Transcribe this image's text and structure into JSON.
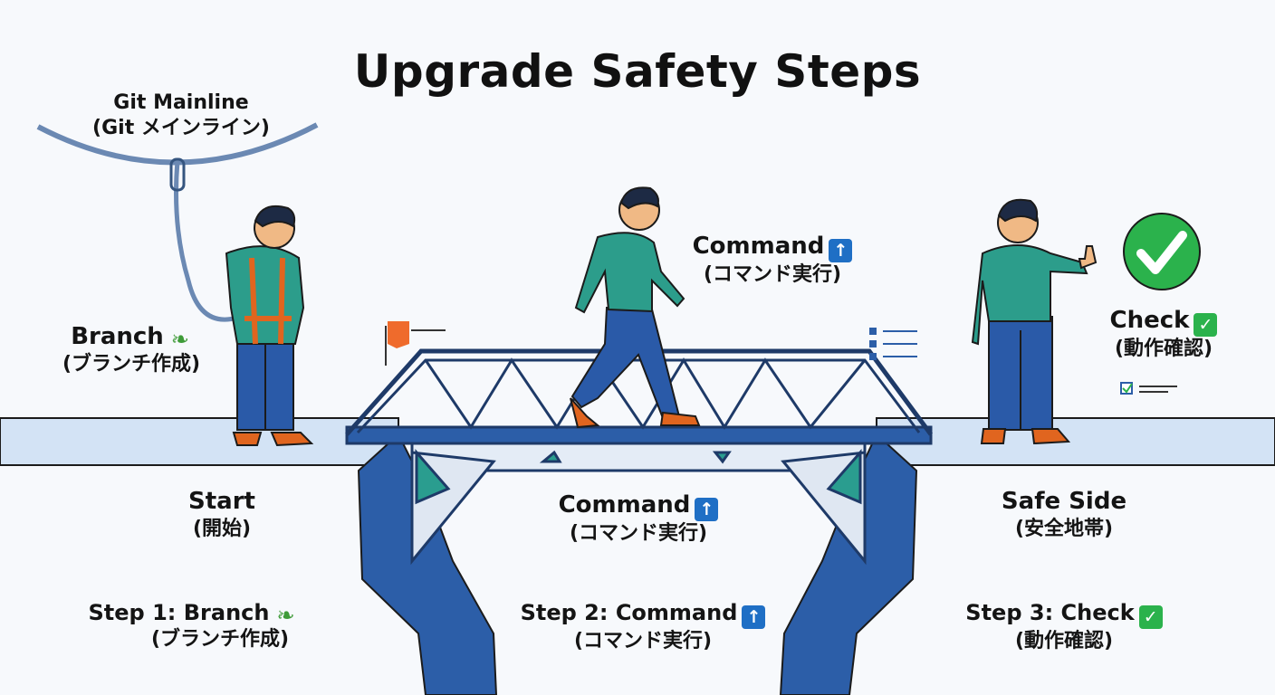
{
  "title": "Upgrade Safety Steps",
  "git_mainline": {
    "line1": "Git Mainline",
    "line2": "(Git メインライン)"
  },
  "branch": {
    "line1": "Branch",
    "line2": "(ブランチ作成)",
    "icon": "leaf-icon"
  },
  "command_top": {
    "line1": "Command",
    "line2": "(コマンド実行)",
    "icon": "arrow-up-icon"
  },
  "check": {
    "line1": "Check",
    "line2": "(動作確認)",
    "icon": "checkmark-icon"
  },
  "start": {
    "line1": "Start",
    "line2": "(開始)"
  },
  "command_mid": {
    "line1": "Command",
    "line2": "(コマンド実行)",
    "icon": "arrow-up-icon"
  },
  "safe_side": {
    "line1": "Safe Side",
    "line2": "(安全地帯)"
  },
  "step1": {
    "line1": "Step 1: Branch",
    "line2": "(ブランチ作成)",
    "icon": "leaf-icon"
  },
  "step2": {
    "line1": "Step 2: Command",
    "line2": "(コマンド実行)",
    "icon": "arrow-up-icon"
  },
  "step3": {
    "line1": "Step 3: Check",
    "line2": "(動作確認)",
    "icon": "checkmark-icon"
  },
  "colors": {
    "ground": "#d3e3f5",
    "cliff": "#2c5ea8",
    "bridge": "#eef2f8",
    "accent_teal": "#2a9d8f",
    "check_green": "#2bb24c",
    "arrow_blue": "#1f6fc5",
    "shirt": "#2c9d8b",
    "pants": "#2a5aa8",
    "harness": "#e0651f"
  }
}
